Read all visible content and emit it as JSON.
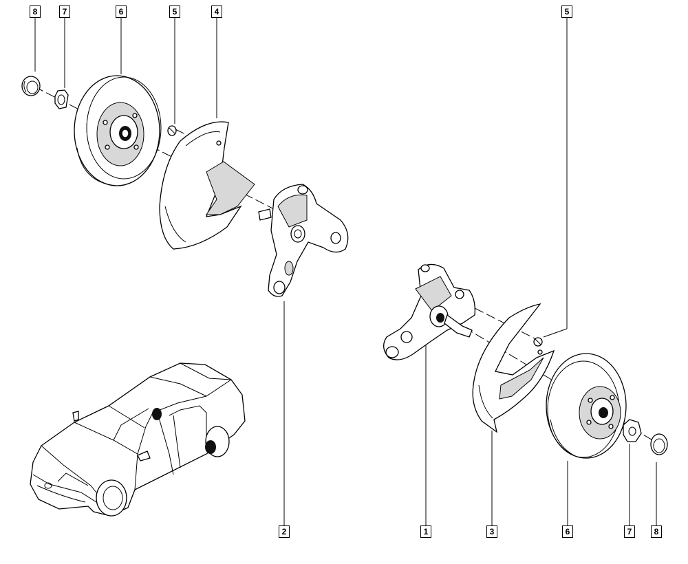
{
  "callouts": {
    "top_left": [
      "8",
      "7",
      "6",
      "5",
      "4"
    ],
    "top_right": [
      "5"
    ],
    "bottom": [
      "2",
      "1",
      "3",
      "6",
      "7",
      "8"
    ]
  }
}
